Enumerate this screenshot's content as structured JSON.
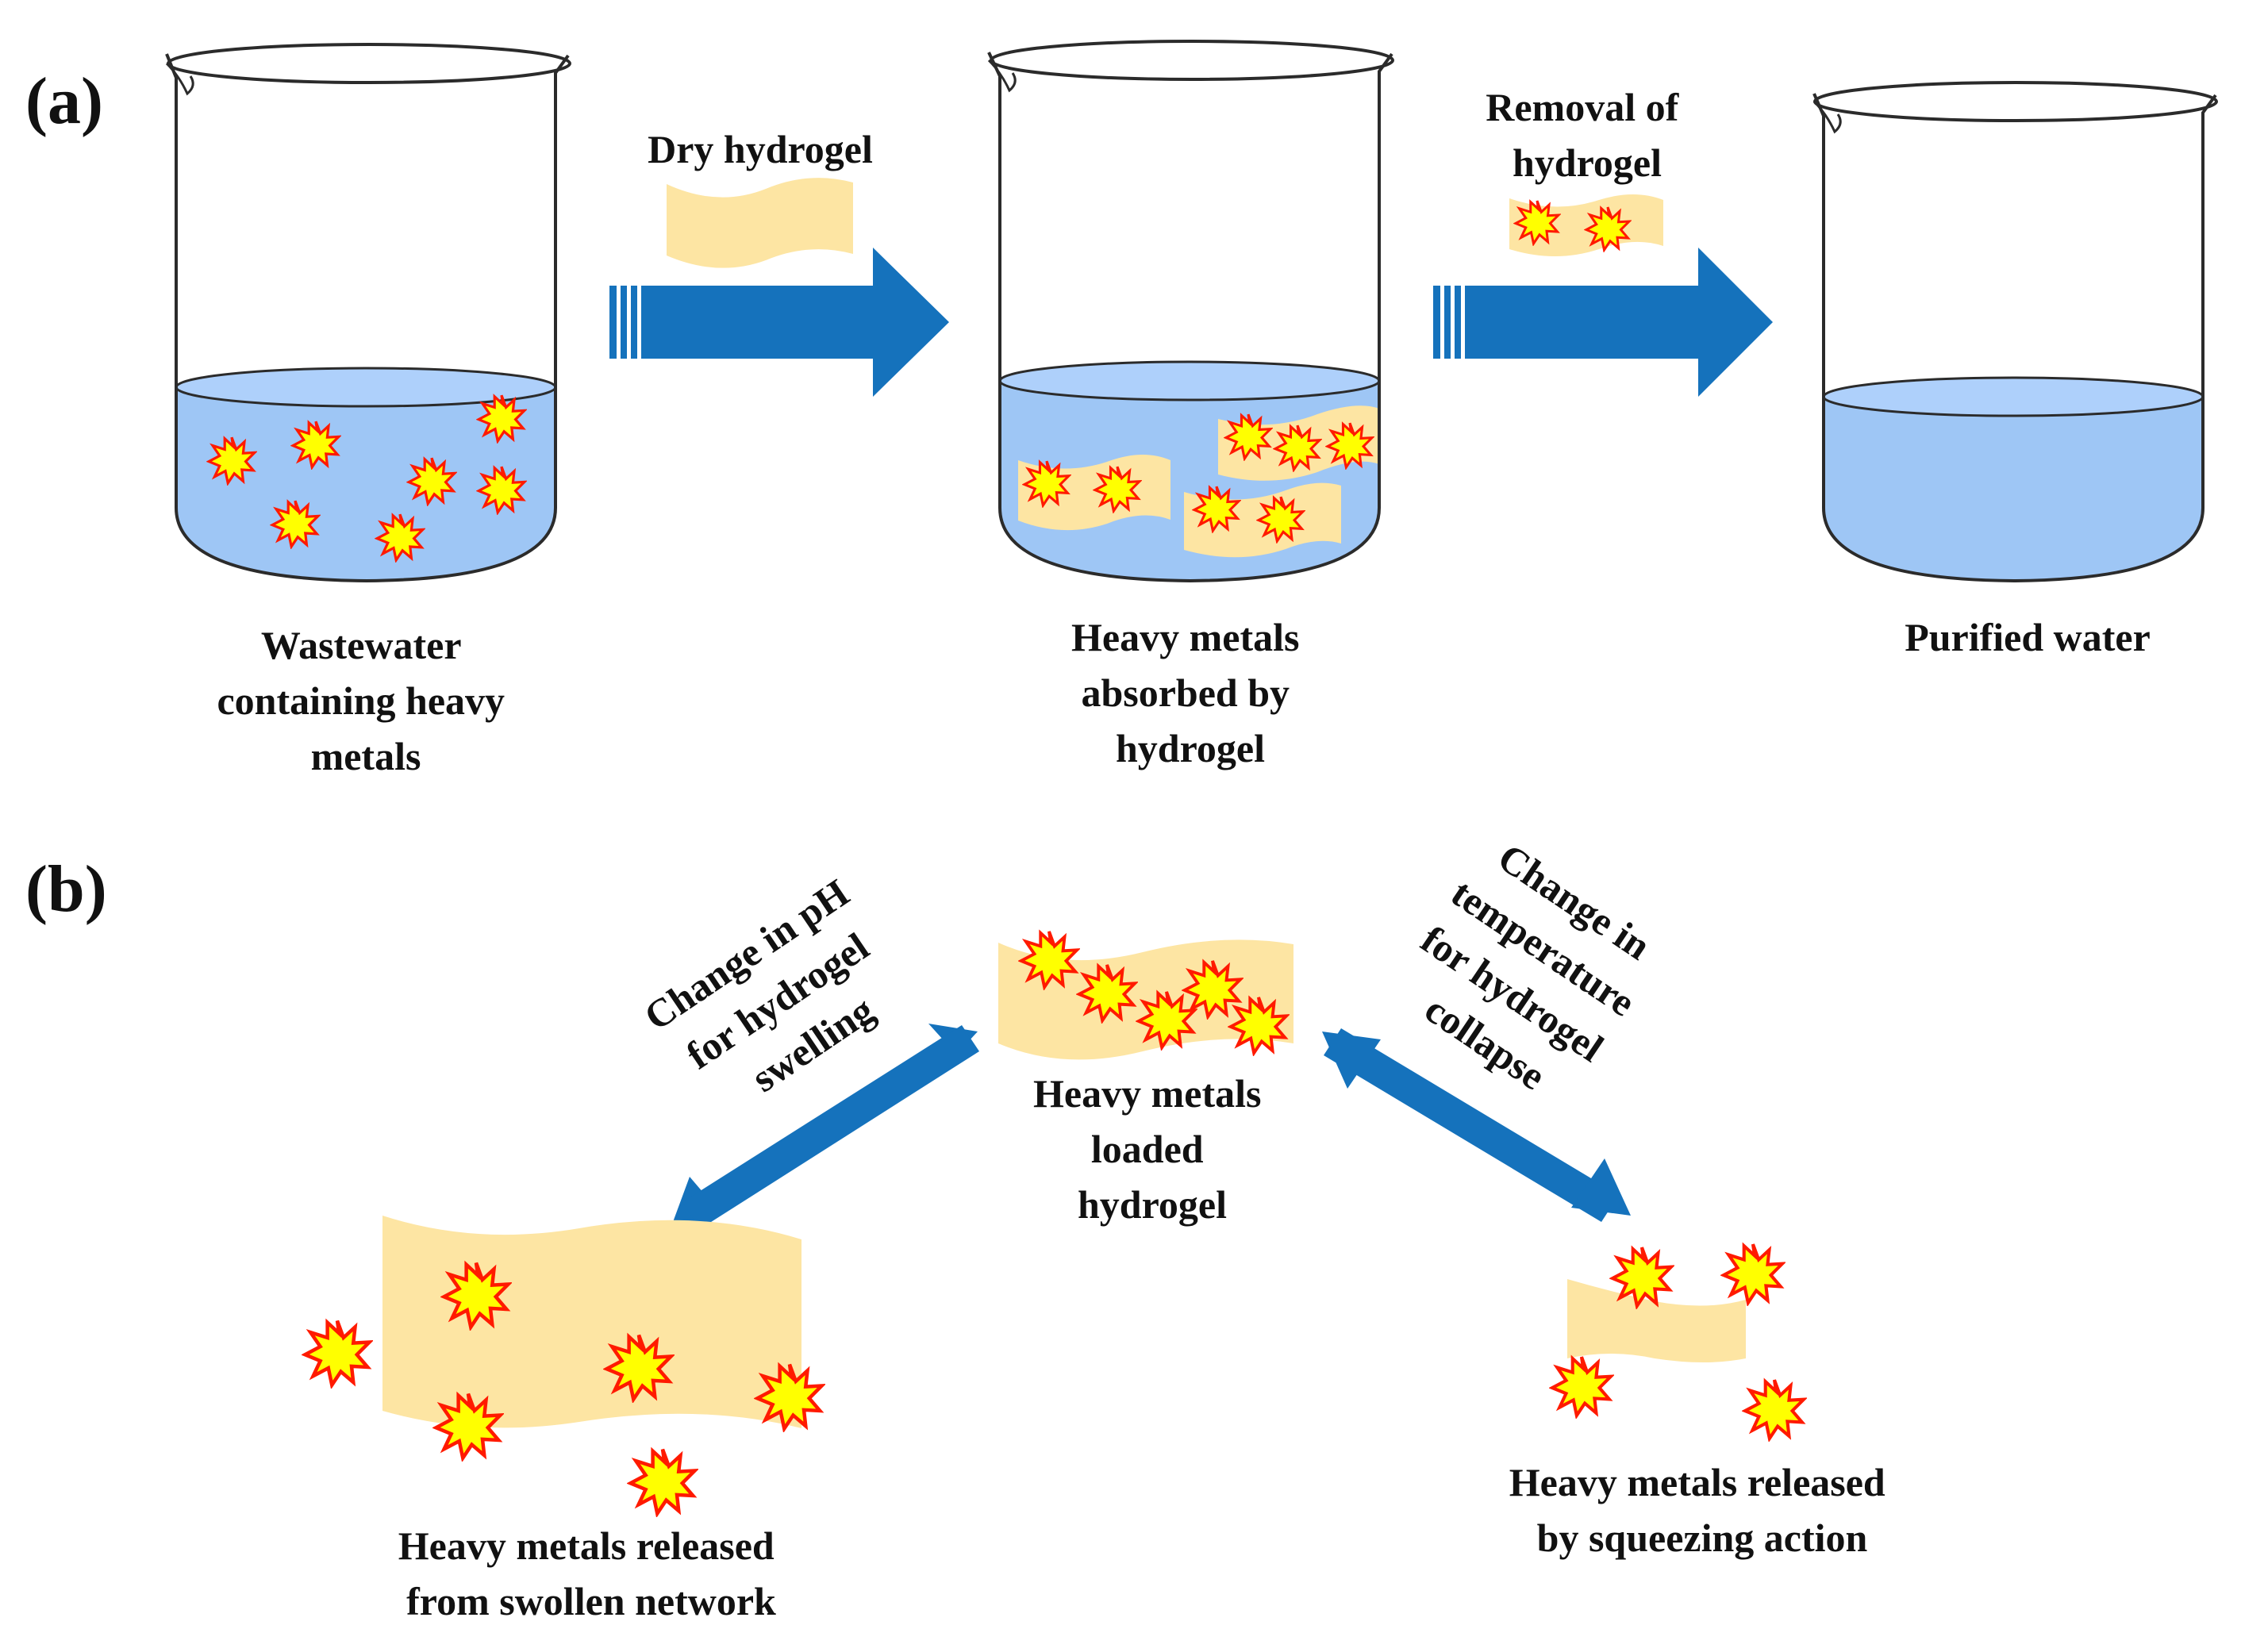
{
  "colors": {
    "water": "#9ec6f5",
    "water_surface": "#aed0fb",
    "hydrogel": "#fde5a3",
    "arrow": "#1572bc",
    "metal_fill": "#ffff00",
    "metal_stroke": "#ff1a00",
    "line": "#2b2b2b"
  },
  "panel_a": {
    "label": "(a)",
    "arrow1_label": "Dry hydrogel",
    "arrow2_label_line1": "Removal of",
    "arrow2_label_line2": "hydrogel",
    "beaker1_caption": [
      "Wastewater",
      "containing heavy",
      "metals"
    ],
    "beaker2_caption": [
      "Heavy metals",
      "absorbed by",
      "hydrogel"
    ],
    "beaker3_caption": [
      "Purified water"
    ]
  },
  "panel_b": {
    "label": "(b)",
    "center_caption": [
      "Heavy metals",
      "loaded",
      "hydrogel"
    ],
    "left_arrow_label": [
      "Change in pH",
      "for hydrogel",
      "swelling"
    ],
    "right_arrow_label": [
      "Change in",
      "temperature",
      "for hydrogel",
      "collapse"
    ],
    "left_caption": [
      "Heavy metals released",
      "from swollen network"
    ],
    "right_caption": [
      "Heavy metals released",
      "by squeezing action"
    ]
  },
  "icons": {
    "heavy_metal": "starburst-icon",
    "hydrogel": "wavy-sheet-icon",
    "beaker": "beaker-icon"
  }
}
